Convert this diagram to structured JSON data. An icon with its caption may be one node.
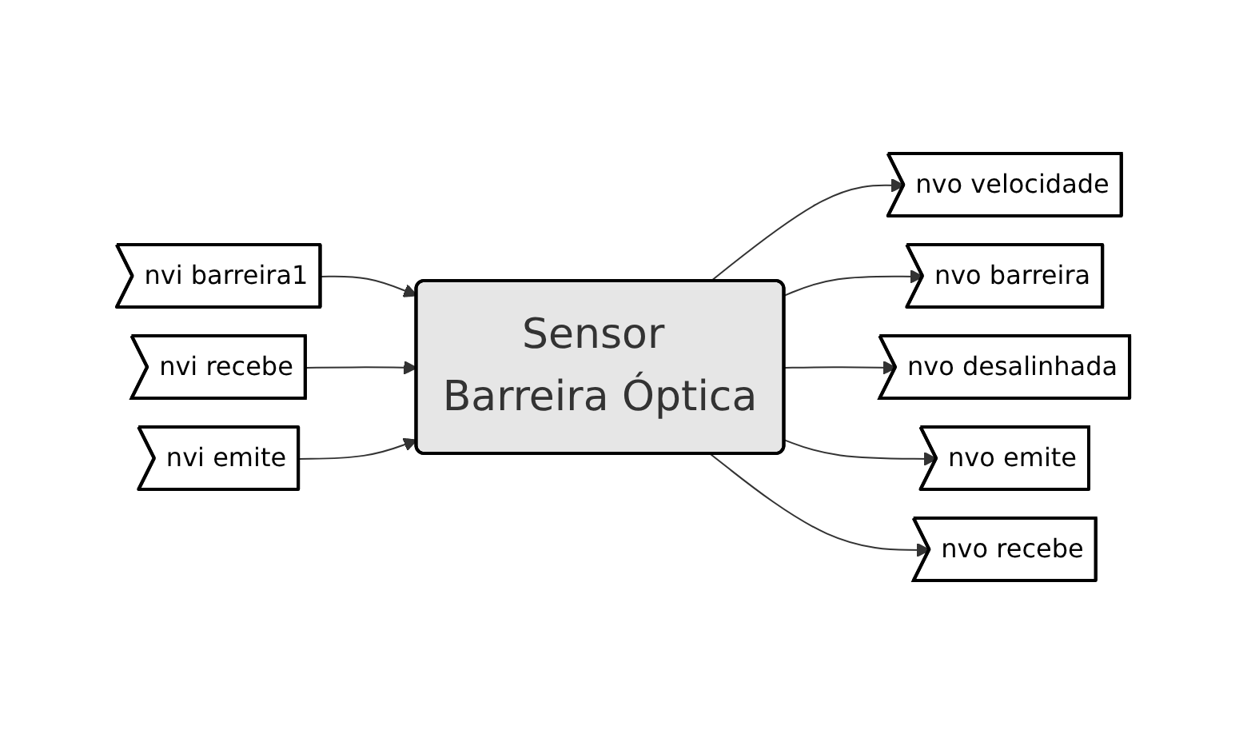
{
  "diagram": {
    "nodes": [
      {
        "text": [
          "Sensor Barreira Óptica"
        ]
      },
      {
        "text": [
          "nvi barreira1"
        ]
      },
      {
        "text": [
          "nvo velocidade"
        ]
      },
      {
        "text": [
          "nvo barreira"
        ]
      },
      {
        "text": [
          "nvo desalinhada"
        ]
      },
      {
        "text": [
          "nvi recebe"
        ]
      },
      {
        "text": [
          "nvo emite"
        ]
      },
      {
        "text": [
          "nvo recebe"
        ]
      },
      {
        "text": [
          "nvi emite"
        ]
      }
    ],
    "edges": [
      {
        "from": 1,
        "to": 0,
        "arrow": "to"
      },
      {
        "from": 0,
        "to": 2,
        "arrow": "to"
      },
      {
        "from": 0,
        "to": 3,
        "arrow": "to"
      },
      {
        "from": 0,
        "to": 4,
        "arrow": "to"
      },
      {
        "from": 5,
        "to": 0,
        "arrow": "to"
      },
      {
        "from": 0,
        "to": 6,
        "arrow": "to"
      },
      {
        "from": 0,
        "to": 7,
        "arrow": "to"
      },
      {
        "from": 8,
        "to": 0,
        "arrow": "to"
      }
    ]
  }
}
